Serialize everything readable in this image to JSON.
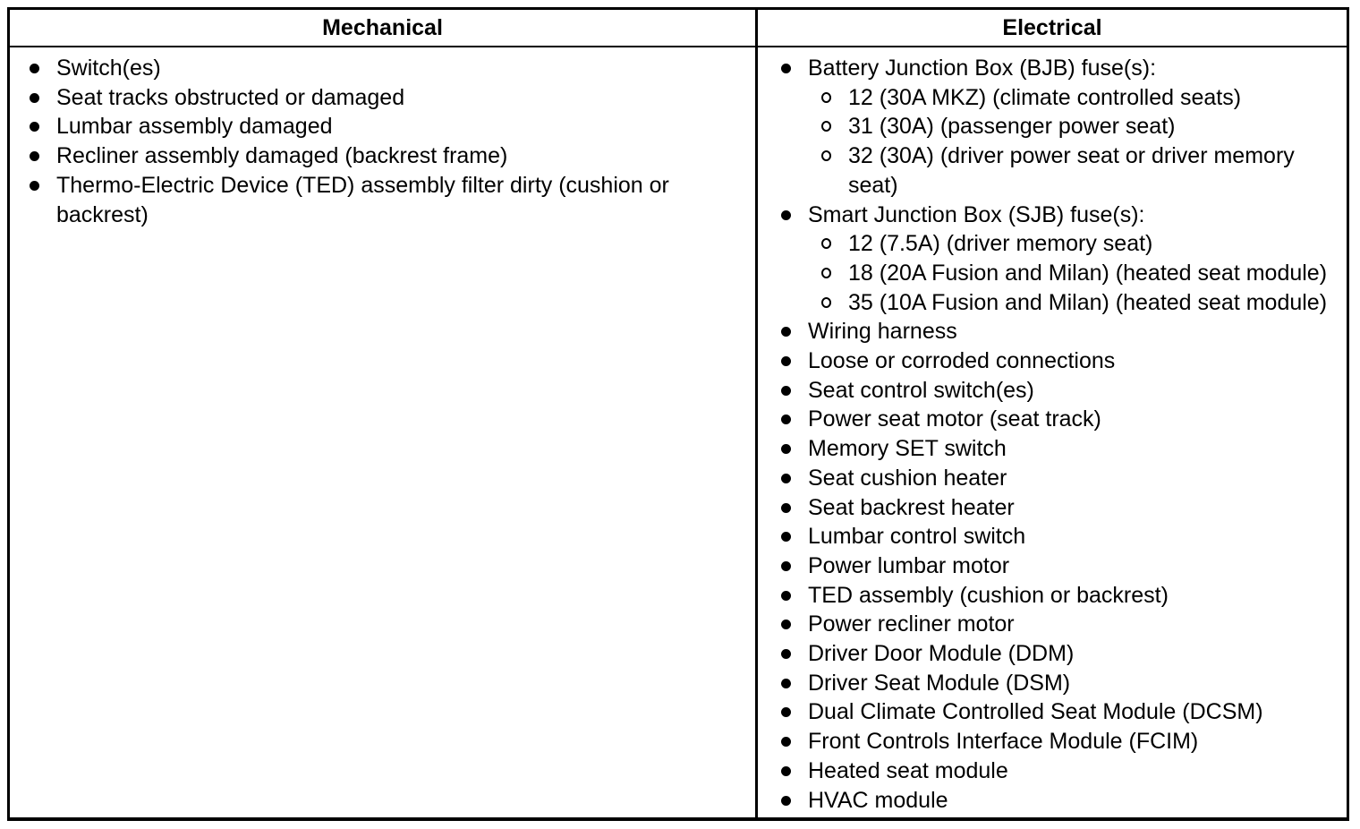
{
  "table": {
    "colors": {
      "border": "#000000",
      "text": "#000000",
      "background": "#ffffff"
    },
    "columns": [
      {
        "header": "Mechanical",
        "items": [
          {
            "level": "main",
            "text": "Switch(es)"
          },
          {
            "level": "main",
            "text": "Seat tracks obstructed or damaged"
          },
          {
            "level": "main",
            "text": "Lumbar assembly damaged"
          },
          {
            "level": "main",
            "text": "Recliner assembly damaged (backrest frame)"
          },
          {
            "level": "main",
            "text": "Thermo-Electric Device (TED) assembly filter dirty (cushion or backrest)"
          }
        ]
      },
      {
        "header": "Electrical",
        "items": [
          {
            "level": "main",
            "text": "Battery Junction Box (BJB) fuse(s):"
          },
          {
            "level": "sub",
            "text": "12 (30A MKZ) (climate controlled seats)"
          },
          {
            "level": "sub",
            "text": "31 (30A) (passenger power seat)"
          },
          {
            "level": "sub",
            "text": "32 (30A) (driver power seat or driver memory seat)"
          },
          {
            "level": "main",
            "text": "Smart Junction Box (SJB) fuse(s):"
          },
          {
            "level": "sub",
            "text": "12 (7.5A) (driver memory seat)"
          },
          {
            "level": "sub",
            "text": "18 (20A Fusion and Milan) (heated seat module)"
          },
          {
            "level": "sub",
            "text": "35 (10A Fusion and Milan) (heated seat module)"
          },
          {
            "level": "main",
            "text": "Wiring harness"
          },
          {
            "level": "main",
            "text": "Loose or corroded connections"
          },
          {
            "level": "main",
            "text": "Seat control switch(es)"
          },
          {
            "level": "main",
            "text": "Power seat motor (seat track)"
          },
          {
            "level": "main",
            "text": "Memory SET switch"
          },
          {
            "level": "main",
            "text": "Seat cushion heater"
          },
          {
            "level": "main",
            "text": "Seat backrest heater"
          },
          {
            "level": "main",
            "text": "Lumbar control switch"
          },
          {
            "level": "main",
            "text": "Power lumbar motor"
          },
          {
            "level": "main",
            "text": "TED assembly (cushion or backrest)"
          },
          {
            "level": "main",
            "text": "Power recliner motor"
          },
          {
            "level": "main",
            "text": "Driver Door Module (DDM)"
          },
          {
            "level": "main",
            "text": "Driver Seat Module (DSM)"
          },
          {
            "level": "main",
            "text": "Dual Climate Controlled Seat Module (DCSM)"
          },
          {
            "level": "main",
            "text": "Front Controls Interface Module (FCIM)"
          },
          {
            "level": "main",
            "text": "Heated seat module"
          },
          {
            "level": "main",
            "text": "HVAC module"
          }
        ]
      }
    ]
  }
}
